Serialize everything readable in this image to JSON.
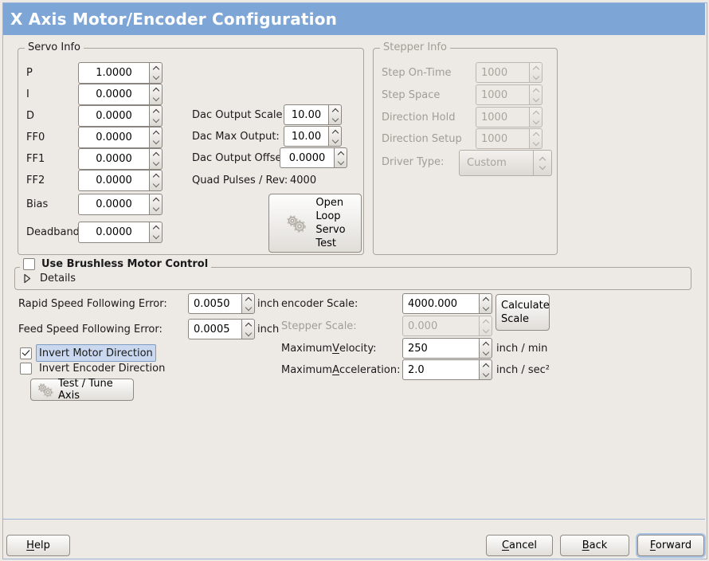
{
  "titlebar": {
    "title": "X Axis Motor/Encoder Configuration"
  },
  "colors": {
    "titlebar_bg": "#7da6d7",
    "window_border": "#9bb3d6",
    "content_bg": "#edeae6",
    "focus_chip_bg": "#c9d8ee",
    "focus_chip_border": "#7d9cc4"
  },
  "servo_info": {
    "title": "Servo Info",
    "gains": [
      {
        "label": "P",
        "value": "1.0000"
      },
      {
        "label": "I",
        "value": "0.0000"
      },
      {
        "label": "D",
        "value": "0.0000"
      },
      {
        "label": "FF0",
        "value": "0.0000"
      },
      {
        "label": "FF1",
        "value": "0.0000"
      },
      {
        "label": "FF2",
        "value": "0.0000"
      },
      {
        "label": "Bias",
        "value": "0.0000"
      },
      {
        "label": "Deadband",
        "value": "0.0000"
      }
    ],
    "dac_rows": [
      {
        "label": "Dac Output Scale:",
        "value": "10.00"
      },
      {
        "label": "Dac Max Output:",
        "value": "10.00"
      },
      {
        "label": "Dac Output Offset:",
        "value": "0.0000"
      }
    ],
    "quad_label": "Quad Pulses / Rev:",
    "quad_value": "4000",
    "open_loop_button_label": "Open\nLoop\nServo\nTest"
  },
  "stepper_info": {
    "title": "Stepper Info",
    "rows": [
      {
        "label": "Step On-Time",
        "value": "1000"
      },
      {
        "label": "Step Space",
        "value": "1000"
      },
      {
        "label": "Direction Hold",
        "value": "1000"
      },
      {
        "label": "Direction Setup",
        "value": "1000"
      }
    ],
    "driver_type": {
      "label": "Driver Type:",
      "value": "Custom"
    }
  },
  "brushless": {
    "label": "Use Brushless Motor Control",
    "checked": false,
    "details": "Details"
  },
  "following_error": {
    "rapid": {
      "label": "Rapid Speed Following Error:",
      "value": "0.0050",
      "unit": "inch"
    },
    "feed": {
      "label": "Feed Speed Following Error:",
      "value": "0.0005",
      "unit": "inch"
    }
  },
  "scaling": {
    "encoder": {
      "label": "encoder Scale:",
      "value": "4000.000"
    },
    "stepper": {
      "label": "Stepper Scale:",
      "value": "0.000"
    },
    "velocity": {
      "label_pre": "Maximum ",
      "label_mn": "V",
      "label_post": "elocity:",
      "value": "250",
      "unit": "inch / min"
    },
    "acceleration": {
      "label_pre": "Maximum ",
      "label_mn": "A",
      "label_post": "cceleration:",
      "value": "2.0",
      "unit": "inch / sec²"
    },
    "calculate_button": "Calculate\nScale"
  },
  "direction": {
    "invert_motor": {
      "label": "Invert Motor Direction",
      "checked": true
    },
    "invert_encoder": {
      "label": "Invert Encoder Direction",
      "checked": false
    }
  },
  "test_tune_button": "Test / Tune Axis",
  "footer": {
    "help": {
      "mn": "H",
      "rest": "elp"
    },
    "cancel": {
      "mn": "C",
      "rest": "ancel"
    },
    "back": {
      "mn": "B",
      "rest": "ack"
    },
    "forward": {
      "mn": "F",
      "rest": "orward"
    }
  }
}
